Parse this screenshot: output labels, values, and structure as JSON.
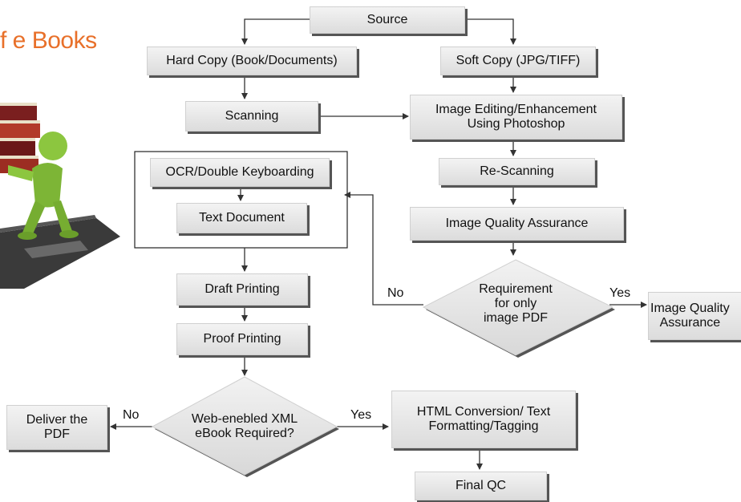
{
  "title": "f e Books",
  "nodes": {
    "source": "Source",
    "hard_copy": "Hard Copy (Book/Documents)",
    "soft_copy": "Soft Copy (JPG/TIFF)",
    "scanning": "Scanning",
    "image_editing": "Image Editing/Enhancement\nUsing Photoshop",
    "ocr": "OCR/Double Keyboarding",
    "text_document": "Text Document",
    "re_scanning": "Re-Scanning",
    "image_qa": "Image Quality Assurance",
    "requirement": "Requirement\nfor only\nimage PDF",
    "image_qa_right": "Image Quality\nAssurance",
    "draft_printing": "Draft Printing",
    "proof_printing": "Proof Printing",
    "web_xml": "Web-enebled XML\neBook Required?",
    "deliver_pdf": "Deliver the\nPDF",
    "html_conversion": "HTML Conversion/ Text\nFormatting/Tagging",
    "final_qc": "Final QC"
  },
  "edge_labels": {
    "req_no": "No",
    "req_yes": "Yes",
    "xml_no": "No",
    "xml_yes": "Yes"
  },
  "colors": {
    "title": "#e8702a",
    "box_top": "#f3f3f3",
    "box_bottom": "#dcdcdc",
    "shadow": "#555555",
    "arrow": "#333333",
    "figure_green": "#8cc63f",
    "laptop": "#3a3a3a"
  }
}
